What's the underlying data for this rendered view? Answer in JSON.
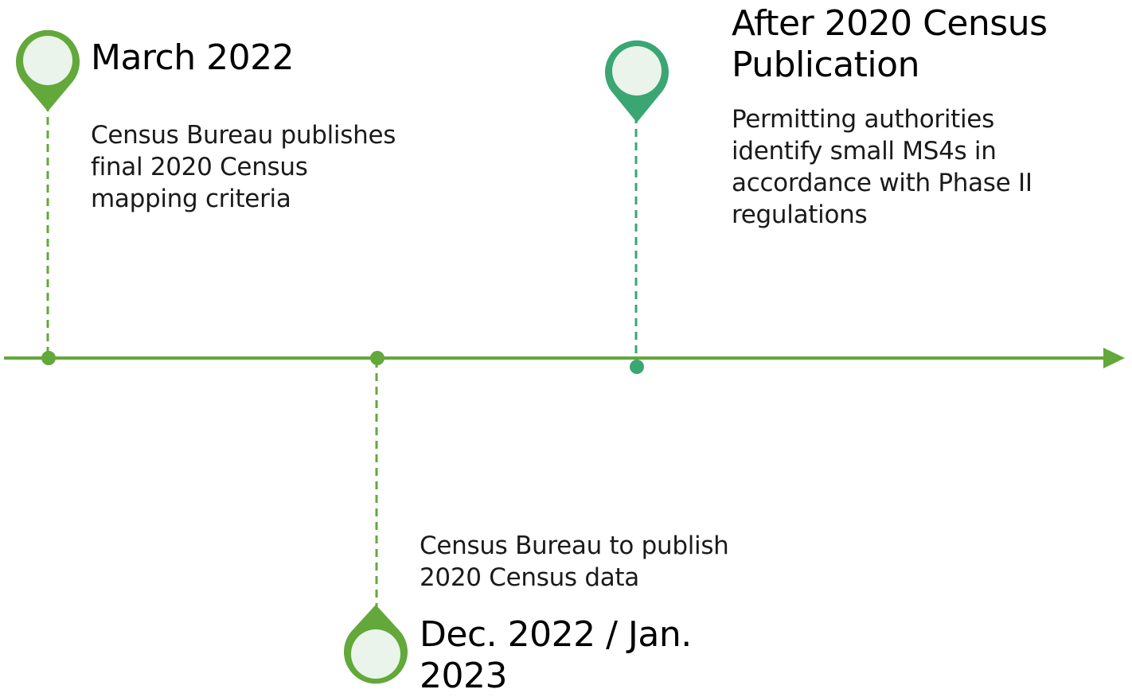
{
  "colors": {
    "axis": "#62a83a",
    "pin_green": "#62a83a",
    "pin_teal": "#3aa673",
    "pin_fill": "#eaf4ea",
    "text": "#000000"
  },
  "events": [
    {
      "id": "march",
      "title": "March 2022",
      "description": "Census Bureau publishes\nfinal 2020 Census\nmapping criteria",
      "icon": "map-pin-icon"
    },
    {
      "id": "dec",
      "title": "Dec. 2022 / Jan.\n2023",
      "description": "Census Bureau to publish\n2020 Census data",
      "icon": "map-pin-icon"
    },
    {
      "id": "after",
      "title": "After 2020 Census\nPublication",
      "description": "Permitting authorities\nidentify small MS4s in\naccordance with Phase II\nregulations",
      "icon": "map-pin-icon"
    }
  ]
}
